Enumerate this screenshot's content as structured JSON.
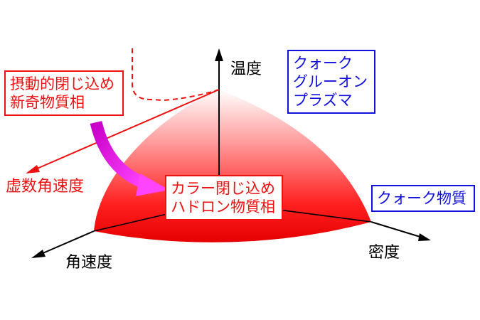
{
  "axes": {
    "temperature": "温度",
    "angular_velocity": "角速度",
    "density": "密度",
    "imaginary_angular_velocity": "虚数角速度"
  },
  "phases": {
    "hadron": [
      "カラー閉じ込め",
      "ハドロン物質相"
    ],
    "qgp": [
      "クォーク",
      "グルーオン",
      "プラズマ"
    ],
    "quark_matter": [
      "クォーク物質"
    ],
    "novel": [
      "摂動的閉じ込め",
      "新奇物質相"
    ]
  },
  "colors": {
    "phase_red": "#ee1111",
    "phase_blue": "#1111dd",
    "arrow_magenta": "#dd00dd"
  }
}
